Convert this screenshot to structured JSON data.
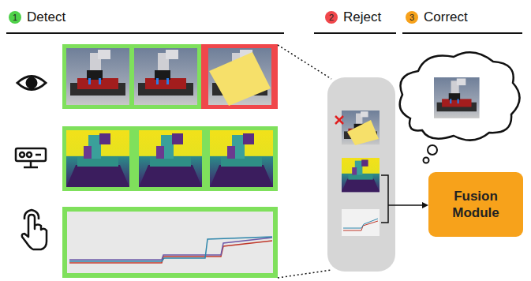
{
  "diagram": {
    "nodes": [
      {
        "text": [
          "1",
          "Detect"
        ]
      },
      {
        "text": [
          "2",
          "Reject"
        ]
      },
      {
        "text": [
          "3",
          "Correct"
        ]
      },
      {
        "text": [
          "Fusion Module"
        ]
      }
    ]
  }
}
